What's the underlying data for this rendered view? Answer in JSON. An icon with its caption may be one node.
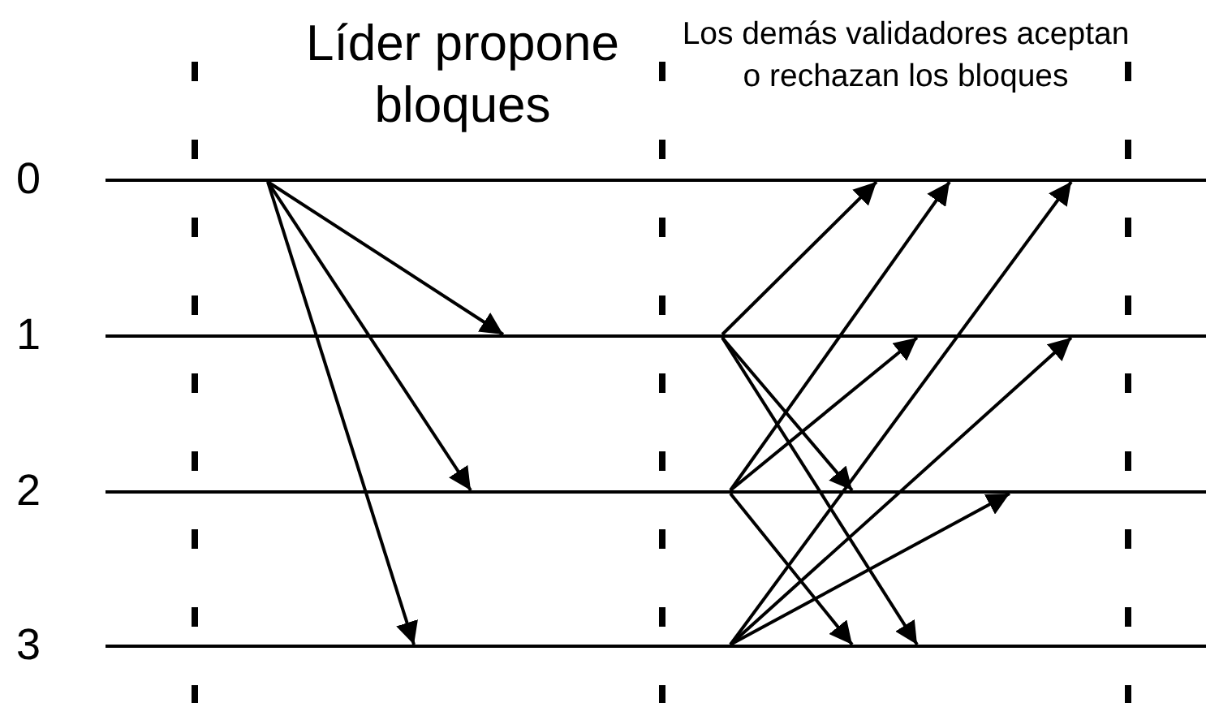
{
  "diagram": {
    "nodes": [
      {
        "text": [],
        "shape": "line",
        "beside": [
          "0"
        ]
      },
      {
        "text": [],
        "shape": "line",
        "beside": [
          "1"
        ]
      },
      {
        "text": [],
        "shape": "line",
        "beside": [
          "2"
        ]
      },
      {
        "text": [],
        "shape": "line",
        "beside": [
          "3"
        ]
      }
    ],
    "edges": [
      {
        "from": 0,
        "to": 1,
        "arrow": "to"
      },
      {
        "from": 0,
        "to": 2,
        "arrow": "to"
      },
      {
        "from": 0,
        "to": 3,
        "arrow": "to"
      },
      {
        "from": 1,
        "to": 0,
        "arrow": "to"
      },
      {
        "from": 1,
        "to": 2,
        "arrow": "to"
      },
      {
        "from": 1,
        "to": 3,
        "arrow": "to"
      },
      {
        "from": 2,
        "to": 0,
        "arrow": "to"
      },
      {
        "from": 2,
        "to": 1,
        "arrow": "to"
      },
      {
        "from": 2,
        "to": 3,
        "arrow": "to"
      },
      {
        "from": 3,
        "to": 0,
        "arrow": "to"
      },
      {
        "from": 3,
        "to": 1,
        "arrow": "to"
      },
      {
        "from": 3,
        "to": 2,
        "arrow": "to"
      }
    ],
    "labels": [
      "Líder propone bloques",
      "Los demás validadores aceptan o rechazan los bloques"
    ]
  }
}
